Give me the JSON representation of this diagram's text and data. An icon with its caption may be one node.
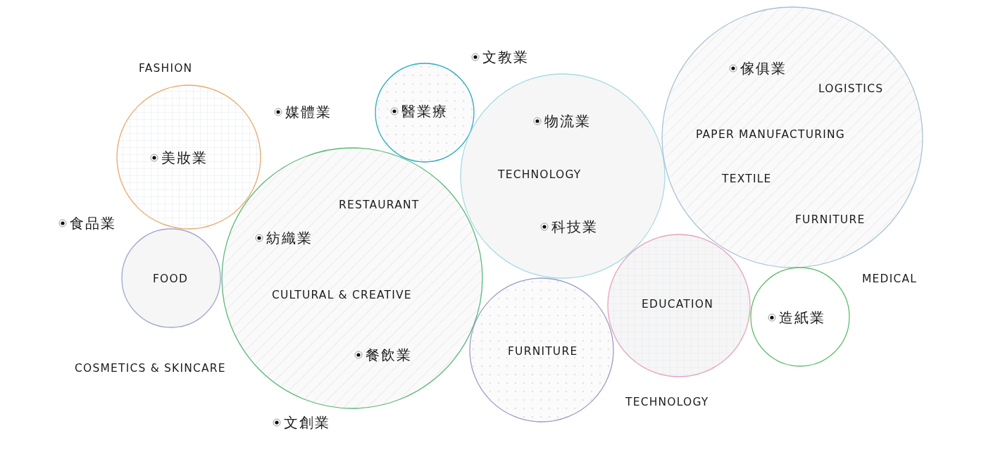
{
  "diagram": {
    "nodes": [
      {
        "text": [
          "美妝業"
        ]
      },
      {
        "text": [
          "FOOD"
        ]
      },
      {
        "text": [
          "RESTAURANT",
          "紡織業",
          "CULTURAL & CREATIVE",
          "餐飲業"
        ]
      },
      {
        "text": [
          "醫業療"
        ]
      },
      {
        "text": [
          "物流業",
          "TECHNOLOGY",
          "科技業"
        ]
      },
      {
        "text": [
          "傢俱業",
          "LOGISTICS",
          "PAPER MANUFACTURING",
          "TEXTILE",
          "FURNITURE"
        ]
      },
      {
        "text": [
          "FURNITURE"
        ]
      },
      {
        "text": [
          "EDUCATION"
        ]
      },
      {
        "text": [
          "造紙業"
        ]
      }
    ],
    "labels": [
      "文教業",
      "FASHION",
      "媒體業",
      "食品業",
      "MEDICAL",
      "COSMETICS & SKINCARE",
      "TECHNOLOGY",
      "文創業"
    ]
  }
}
